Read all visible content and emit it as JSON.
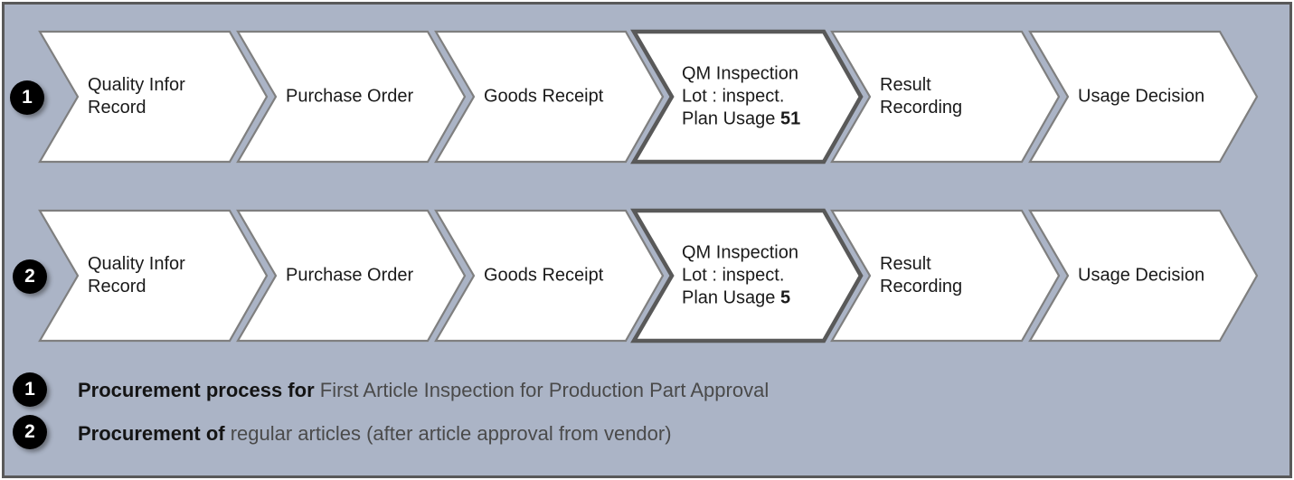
{
  "colors": {
    "panel_bg": "#abb4c6",
    "panel_border": "#595959",
    "chevron_fill": "#ffffff",
    "chevron_border": "#7f7f7f",
    "chevron_border_highlight": "#595959",
    "badge_bg": "#000000",
    "badge_text": "#ffffff",
    "legend_primary": "#141414",
    "legend_secondary": "#4a4a4a"
  },
  "rows": [
    {
      "badge": "1",
      "steps": [
        {
          "lines": [
            "Quality Infor",
            "Record"
          ]
        },
        {
          "lines": [
            "Purchase Order"
          ]
        },
        {
          "lines": [
            "Goods Receipt"
          ]
        },
        {
          "lines": [
            "QM Inspection",
            "Lot : inspect."
          ],
          "line3_prefix": "Plan Usage ",
          "line3_bold": "51",
          "highlighted": true
        },
        {
          "lines": [
            "Result",
            "Recording"
          ]
        },
        {
          "lines": [
            "Usage Decision"
          ]
        }
      ]
    },
    {
      "badge": "2",
      "steps": [
        {
          "lines": [
            "Quality Infor",
            "Record"
          ]
        },
        {
          "lines": [
            "Purchase Order"
          ]
        },
        {
          "lines": [
            "Goods Receipt"
          ]
        },
        {
          "lines": [
            "QM Inspection",
            "Lot : inspect."
          ],
          "line3_prefix": "Plan Usage ",
          "line3_bold": "5",
          "highlighted": true
        },
        {
          "lines": [
            "Result",
            "Recording"
          ]
        },
        {
          "lines": [
            "Usage Decision"
          ]
        }
      ]
    }
  ],
  "legend": [
    {
      "badge": "1",
      "prefix": "Procurement process for ",
      "rest": "First Article Inspection for Production Part Approval"
    },
    {
      "badge": "2",
      "prefix": "Procurement of ",
      "rest": "regular articles (after article approval from vendor)"
    }
  ]
}
